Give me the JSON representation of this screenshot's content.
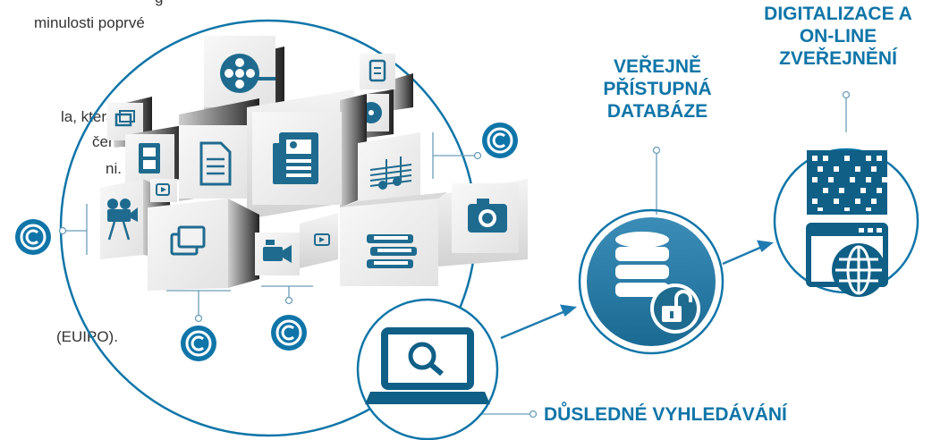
{
  "left_text": {
    "line1": "g",
    "line2": "minulosti  poprvé",
    "line3": "la,  která",
    "line4": "čena za",
    "line5": "ni.",
    "line6": "(EUIPO)."
  },
  "labels": {
    "database": [
      "VEŘEJNĚ",
      "PŘÍSTUPNÁ",
      "DATABÁZE"
    ],
    "digitalization": [
      "DIGITALIZACE A",
      "ON-LINE",
      "ZVEŘEJNĚNÍ"
    ],
    "search": "DŮSLEDNÉ VYHLEDÁVÁNÍ"
  },
  "colors": {
    "accent": "#0f75a8",
    "accent_light": "#2a9fd6",
    "cube_face": "#eeeeee",
    "icon_dark": "#1f6b8f"
  },
  "icons": [
    "film-reel-icon",
    "document-icon",
    "newspaper-icon",
    "cd-icon",
    "film-strip-icon",
    "music-notes-icon",
    "camera-icon",
    "movie-camera-icon",
    "photos-icon",
    "books-icon",
    "video-camera-icon",
    "play-icon",
    "copyright-icon",
    "database-icon",
    "unlock-icon",
    "laptop-search-icon",
    "qr-code-icon",
    "browser-globe-icon"
  ]
}
